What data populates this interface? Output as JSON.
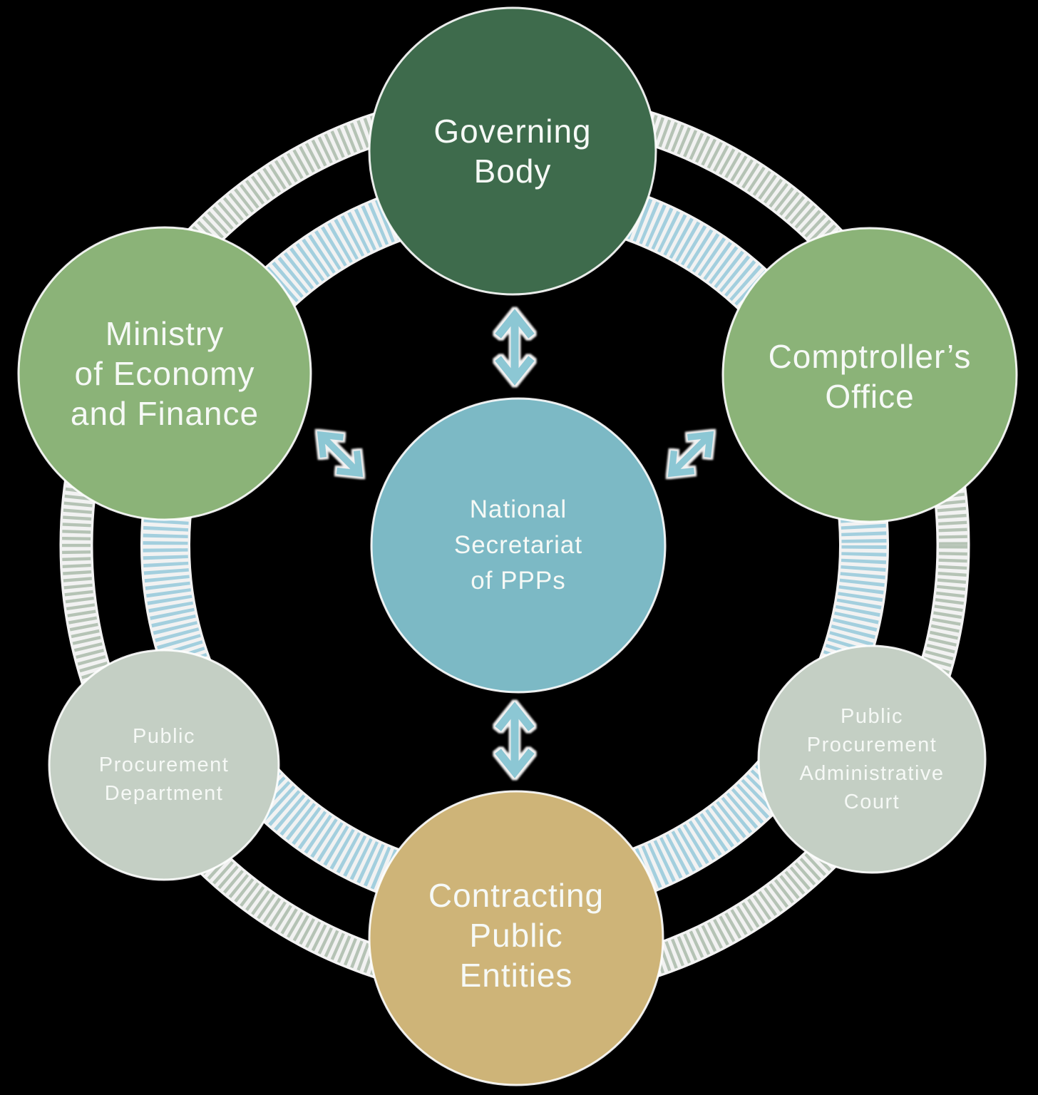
{
  "diagram": {
    "title": "PPP institutional framework diagram",
    "center_node": {
      "id": "national-secretariat-of-ppps",
      "lines": [
        "National",
        "Secretariat",
        "of PPPs"
      ],
      "color": "#7CB9C5"
    },
    "nodes": [
      {
        "id": "governing-body",
        "lines": [
          "Governing",
          "Body"
        ],
        "color": "#3E6B4C"
      },
      {
        "id": "ministry-of-economy-and-finance",
        "lines": [
          "Ministry",
          "of Economy",
          "and Finance"
        ],
        "color": "#8BB378"
      },
      {
        "id": "comptrollers-office",
        "lines": [
          "Comptroller’s",
          "Office"
        ],
        "color": "#8BB378"
      },
      {
        "id": "public-procurement-department",
        "lines": [
          "Public",
          "Procurement",
          "Department"
        ],
        "color": "#C4CFC4"
      },
      {
        "id": "public-procurement-administrative-court",
        "lines": [
          "Public",
          "Procurement",
          "Administrative",
          "Court"
        ],
        "color": "#C4CFC4"
      },
      {
        "id": "contracting-public-entities",
        "lines": [
          "Contracting",
          "Public",
          "Entities"
        ],
        "color": "#CEB478"
      }
    ],
    "rings": {
      "outer_stripe_color": "#B5C3B5",
      "inner_stripe_color": "#A3CFDE",
      "ribbon_base_color": "#FFFFFF"
    },
    "arrows": {
      "color": "#8CC7D4",
      "items": [
        "double-arrow-governing-to-center",
        "double-arrow-ministry-to-center",
        "double-arrow-center-to-comptroller",
        "double-arrow-center-to-contracting"
      ]
    },
    "text_color": "#F6F9F6",
    "background_color": "#000000"
  }
}
